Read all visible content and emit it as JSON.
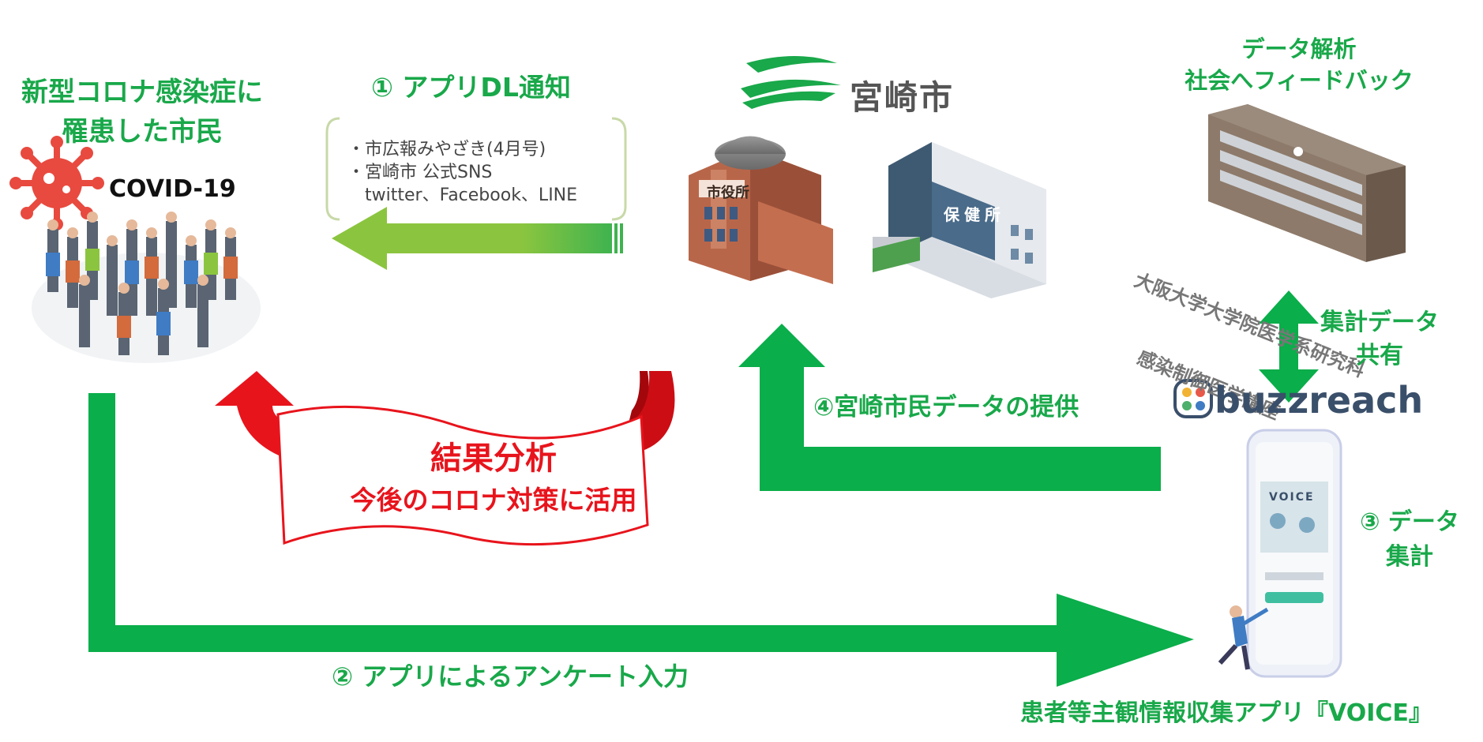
{
  "citizen": {
    "title_line1": "新型コロナ感染症に",
    "title_line2": "罹患した市民",
    "covid_label": "COVID-19"
  },
  "step1": {
    "title": "① アプリDL通知",
    "notice_lines": [
      "・市広報みやざき(4月号)",
      "・宮崎市 公式SNS",
      "　twitter、Facebook、LINE"
    ]
  },
  "city": {
    "name": "宮崎市",
    "city_hall_sign": "市役所",
    "health_center_sign": "保健所"
  },
  "analysis": {
    "title_line1": "データ解析",
    "title_line2": "社会へフィードバック",
    "university_line1": "大阪大学大学院医学系研究科",
    "university_line2": "感染制御医学講座"
  },
  "share": {
    "line1": "集計データ",
    "line2": "共有"
  },
  "buzzreach": {
    "name": "buzzreach"
  },
  "step4": {
    "label": "④宮崎市民データの提供"
  },
  "result": {
    "title": "結果分析",
    "subtitle": "今後のコロナ対策に活用"
  },
  "step3": {
    "line1": "③ データ",
    "line2": "集計"
  },
  "step2": {
    "label": "② アプリによるアンケート入力"
  },
  "app": {
    "label": "患者等主観情報収集アプリ『VOICE』",
    "screen_title": "VOICE"
  },
  "colors": {
    "green": "#19a84a",
    "red": "#e8141c",
    "arrow_green": "#0aae4a",
    "light_green": "#8bc53f"
  }
}
